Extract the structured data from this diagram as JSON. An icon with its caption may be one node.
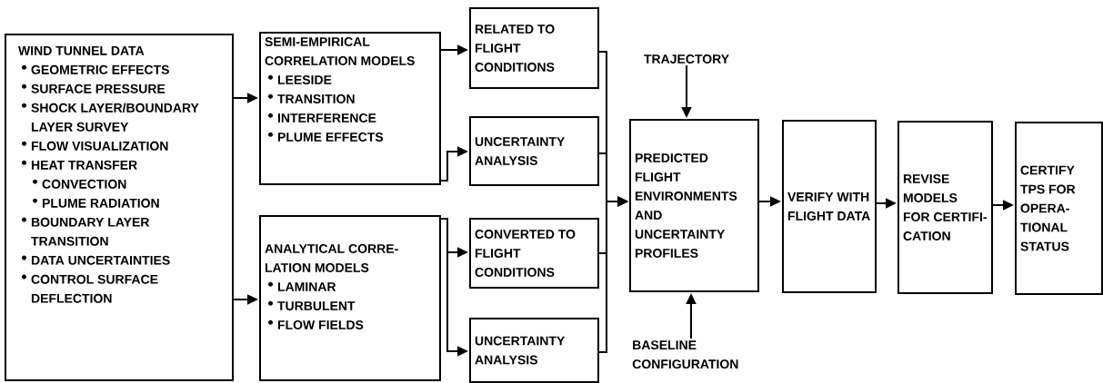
{
  "diagram": {
    "nodes": [
      {
        "text": [
          "WIND TUNNEL DATA",
          "GEOMETRIC EFFECTS",
          "SURFACE PRESSURE",
          "SHOCK LAYER/BOUNDARY LAYER SURVEY",
          "FLOW VISUALIZATION",
          "HEAT TRANSFER",
          "CONVECTION",
          "PLUME RADIATION",
          "BOUNDARY LAYER TRANSITION",
          "DATA UNCERTAINTIES",
          "CONTROL SURFACE DEFLECTION"
        ]
      },
      {
        "text": [
          "SEMI-EMPIRICAL CORRELATION MODELS",
          "LEESIDE",
          "TRANSITION",
          "INTERFERENCE",
          "PLUME EFFECTS"
        ]
      },
      {
        "text": [
          "ANALYTICAL CORRE- LATION MODELS",
          "LAMINAR",
          "TURBULENT",
          "FLOW FIELDS"
        ]
      },
      {
        "text": [
          "RELATED TO FLIGHT CONDITIONS"
        ]
      },
      {
        "text": [
          "UNCERTAINTY ANALYSIS"
        ]
      },
      {
        "text": [
          "CONVERTED TO FLIGHT CONDITIONS"
        ]
      },
      {
        "text": [
          "UNCERTAINTY ANALYSIS"
        ]
      },
      {
        "text": [
          "TRAJECTORY"
        ]
      },
      {
        "text": [
          "PREDICTED FLIGHT ENVIRONMENTS AND UNCERTAINTY PROFILES"
        ]
      },
      {
        "text": [
          "BASELINE CONFIGURATION"
        ]
      },
      {
        "text": [
          "VERIFY WITH FLIGHT DATA"
        ]
      },
      {
        "text": [
          "REVISE MODELS FOR CERTIFI- CATION"
        ]
      },
      {
        "text": [
          "CERTIFY TPS FOR OPERA- TIONAL STATUS"
        ]
      }
    ],
    "edges": [
      {
        "from": 0,
        "to": 1,
        "arrow": "to"
      },
      {
        "from": 0,
        "to": 2,
        "arrow": "to"
      },
      {
        "from": 1,
        "to": 3,
        "arrow": "to"
      },
      {
        "from": 1,
        "to": 4,
        "arrow": "to"
      },
      {
        "from": 2,
        "to": 5,
        "arrow": "to"
      },
      {
        "from": 2,
        "to": 6,
        "arrow": "to"
      },
      {
        "from": 3,
        "to": 8,
        "arrow": "to"
      },
      {
        "from": 4,
        "to": 8,
        "arrow": "to"
      },
      {
        "from": 5,
        "to": 8,
        "arrow": "to"
      },
      {
        "from": 6,
        "to": 8,
        "arrow": "to"
      },
      {
        "from": 7,
        "to": 8,
        "arrow": "to"
      },
      {
        "from": 9,
        "to": 8,
        "arrow": "to"
      },
      {
        "from": 8,
        "to": 10,
        "arrow": "to"
      },
      {
        "from": 10,
        "to": 11,
        "arrow": "to"
      },
      {
        "from": 11,
        "to": 12,
        "arrow": "to"
      }
    ]
  }
}
